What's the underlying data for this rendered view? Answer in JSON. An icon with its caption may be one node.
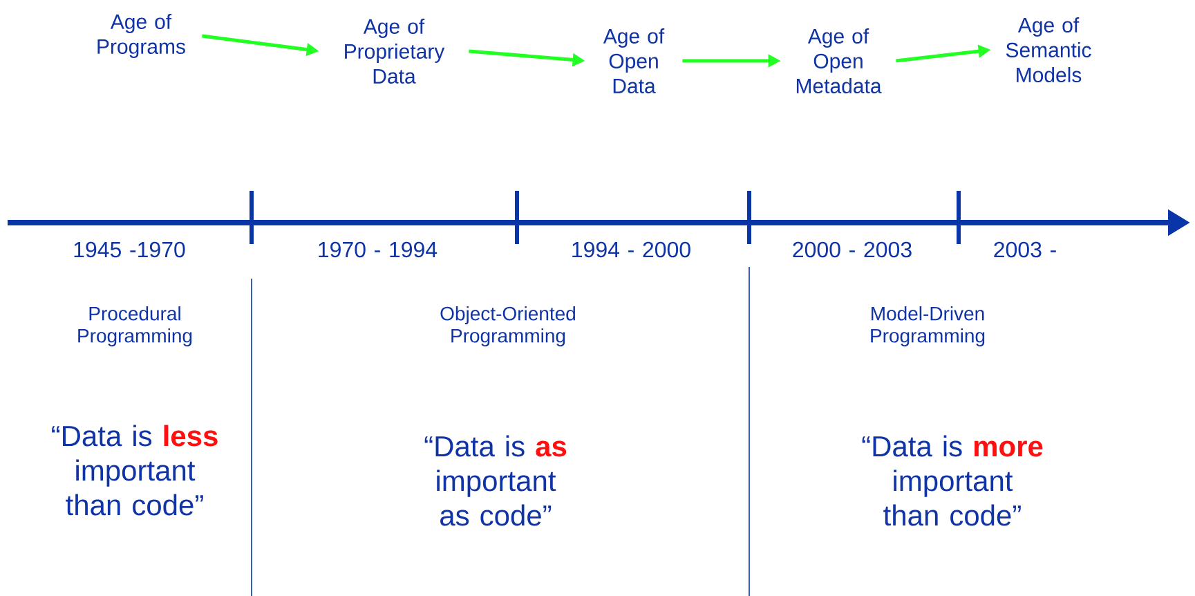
{
  "diagram": {
    "nodes": [
      {
        "text": [
          "Age of Programs"
        ]
      },
      {
        "text": [
          "Age of Proprietary Data"
        ]
      },
      {
        "text": [
          "Age of Open Data"
        ]
      },
      {
        "text": [
          "Age of Open Metadata"
        ]
      },
      {
        "text": [
          "Age of Semantic Models"
        ]
      }
    ],
    "edges": [
      {
        "from": 0,
        "to": 1,
        "arrow": "to"
      },
      {
        "from": 1,
        "to": 2,
        "arrow": "to"
      },
      {
        "from": 2,
        "to": 3,
        "arrow": "to"
      },
      {
        "from": 3,
        "to": 4,
        "arrow": "to"
      }
    ],
    "labels": [
      "1945 -1970",
      "1970 - 1994",
      "1994 - 2000",
      "2000 - 2003",
      "2003 -",
      "Procedural Programming",
      "Object-Oriented Programming",
      "Model-Driven Programming",
      "“Data is **less** important than code”",
      "“Data is **as** important as code”",
      "“Data is **more** important than code”"
    ]
  }
}
